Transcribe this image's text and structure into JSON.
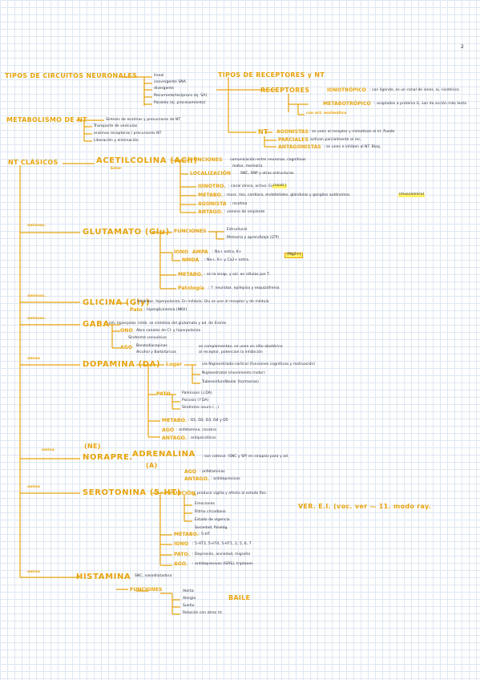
{
  "page_number": "2",
  "sec1": {
    "title": "TIPOS DE CIRCUITOS NEURONALES",
    "items": [
      "lineal",
      "convergente SNA",
      "divergente",
      "Recurrente/recíproco (ej. SA)",
      "Paralelo (ej. procesamiento)"
    ]
  },
  "sec2": {
    "title": "TIPOS DE RECEPTORES y NT",
    "receptores": "RECEPTORES",
    "iono": "IONOTRÓPICO",
    "iono_desc": ": con ligando, es un canal de iones, ej. nicotínico",
    "metabo": "METABOTRÓPICO",
    "metabo_desc": ": acoplados a proteína G, son de acción más lenta",
    "metabo_sub": "con act. enzimática",
    "nt": "NT",
    "agonistas": "AGONISTAS",
    "agonistas_desc": ": se unen al receptor y mimetizan al nt. Puede",
    "parciales": "PARCIALES",
    "parciales_desc": ": activan parcialmente al rec.",
    "antagonistas": "ANTAGONISTAS",
    "antagonistas_desc": ": se unen e inhiben al NT. Bloq."
  },
  "sec3": {
    "title": "METABOLISMO DE NT",
    "items": [
      "Síntesis de enzimas y precursores de NT",
      "Transporte de vesículas",
      "enzimas receptoras / precursores NT",
      "Liberación y eliminación"
    ]
  },
  "nt": {
    "title": "NT CLÁSICOS",
    "ach": {
      "name": "ACETILCOLINA (ACh)",
      "sub": "Ester",
      "funciones": "FUNCIONES",
      "funciones_desc": "comunicación entre neuronas, cognitivas",
      "funciones_desc2": "motor, memoria",
      "localizacion": "LOCALIZACIÓN",
      "localizacion_desc": "SNC, SNP y otras estructuras",
      "ionotro": "IONOTRO.",
      "ionotro_desc": ": canal iónico, activo. Ex:",
      "ionotro_hl": "(nicot.)",
      "metabo": "METABO.",
      "metabo_desc": ": musc. liso, cardíaco, endoteliales, glándulas y ganglios autónomos",
      "metabo_hl": "(muscarínico)",
      "agonista": "AGONISTA",
      "agonista_desc": ": nicotina",
      "antago": "ANTAGO.",
      "antago_desc": ": veneno de serpiente"
    },
    "glu": {
      "tag": "aminoac.",
      "name": "GLUTAMATO (Glu)",
      "funciones": "FUNCIONES",
      "f1": "Estructural",
      "f2": "Memoria y aprendizaje (LTP)",
      "iono": "IONO",
      "ampa": "AMPA",
      "ampa_desc": ": Na+ entra, K+",
      "nmda": "NMDA",
      "nmda_desc": ": Na+, K+ y Ca2+ entra",
      "box": "(Mg2+)",
      "metabo": "METABO.",
      "metabo_desc": ": en la sinap. y sol. en células por T.",
      "pato": "Patología",
      "pato_desc": ": ↑ neurotox. epilepsia y esquizofrenia"
    },
    "gly": {
      "tag": "aminoac.",
      "name": "GLICINA (Gly)",
      "desc": ": Inhibidor, hiperpolariza. En médula. Glu se une al receptor y de médula",
      "pato": "Pato",
      "pato_desc": ": hiperglicinemia (NKH)"
    },
    "gaba": {
      "tag": "aminoac.",
      "name": "GABA",
      "desc": ": inh. hiperpolar. inhib. se sintetiza del glutamato y ad. de Ereme",
      "ono": "ONO",
      "ono_desc": "Abre canales de Cl- y hiperpolariza",
      "ono_desc2": "Síndrome convulsivo",
      "ago": "AGO",
      "ago1": "Benzodiacepinas",
      "ago2": "Alcohol y Barbitúricos",
      "ago_note": "se complementan, se unen en sitio alostérico",
      "ago_note2": "al receptor, potencian la inhibición"
    },
    "da": {
      "tag": "amina",
      "name": "DOPAMINA (DA)",
      "lugar": "Lugar",
      "l1": "vía Nigroestriado-cortical (funciones cognitivas y motivación)",
      "l2": "Nigroestriatal (movimiento motor)",
      "l3": "Tuberoinfundibular (hormonas)",
      "pato": "PATO",
      "p1": "Parkinson (↓DA)",
      "p2": "Psicosis (↑DA)",
      "p3": "Síndrome neuro (...)",
      "metabo": "METABO.",
      "metabo_desc": ": D1, D2, D3, D4 y D5",
      "ago": "AGO",
      "ago_desc": ": anfetamina, cocaína",
      "antago": "ANTAGO.",
      "antago_desc": ": antipsicóticos"
    },
    "ne": {
      "tag": "amina",
      "abbr": "(NE)",
      "name": "NORAPRE.",
      "name2": "ADRENALINA",
      "abbr2": "(A)",
      "desc": ": son catecol. (SNC y SP) en sinapsis para y ad.",
      "ago": "AGO",
      "ago_desc": ": anfetaminas",
      "antago": "ANTAGO.",
      "antago_desc": ": antidepresivos"
    },
    "ht": {
      "tag": "amina",
      "name": "SEROTONINA (5-HT)",
      "funcion": "FUNCIÓN",
      "fn_desc": ": produce vigilia y efecto al estado Rec.",
      "f1": "Emociones",
      "f2": "Ritmo circadiano",
      "f3": "Estado de vigencia",
      "f4": "Sociedad, fisiológ.",
      "note": "VER. E.I. (voc. ver — 11. modo ray.",
      "metabo": "METABO.",
      "metabo_desc": ": 5-HT",
      "iono": "IONO",
      "iono_desc": ": 5-HT3, 5-HT4, 5-HT1, 2, 5, 6, 7",
      "pato": "PATO.",
      "pato_desc": ": Depresión, ansiedad, migraña",
      "ago": "AGO.",
      "ago_desc": ": antidepresivos (ISRS), triptanes"
    },
    "his": {
      "tag": "amina",
      "name": "HISTAMINA",
      "desc": "SNC, vasodilatadora",
      "funciones": "FUNCIONES",
      "f1": "Alerta",
      "f2": "Alergia",
      "f3": "Sueño",
      "f4": "Relación con otros nt.",
      "note": "BAILE"
    }
  }
}
